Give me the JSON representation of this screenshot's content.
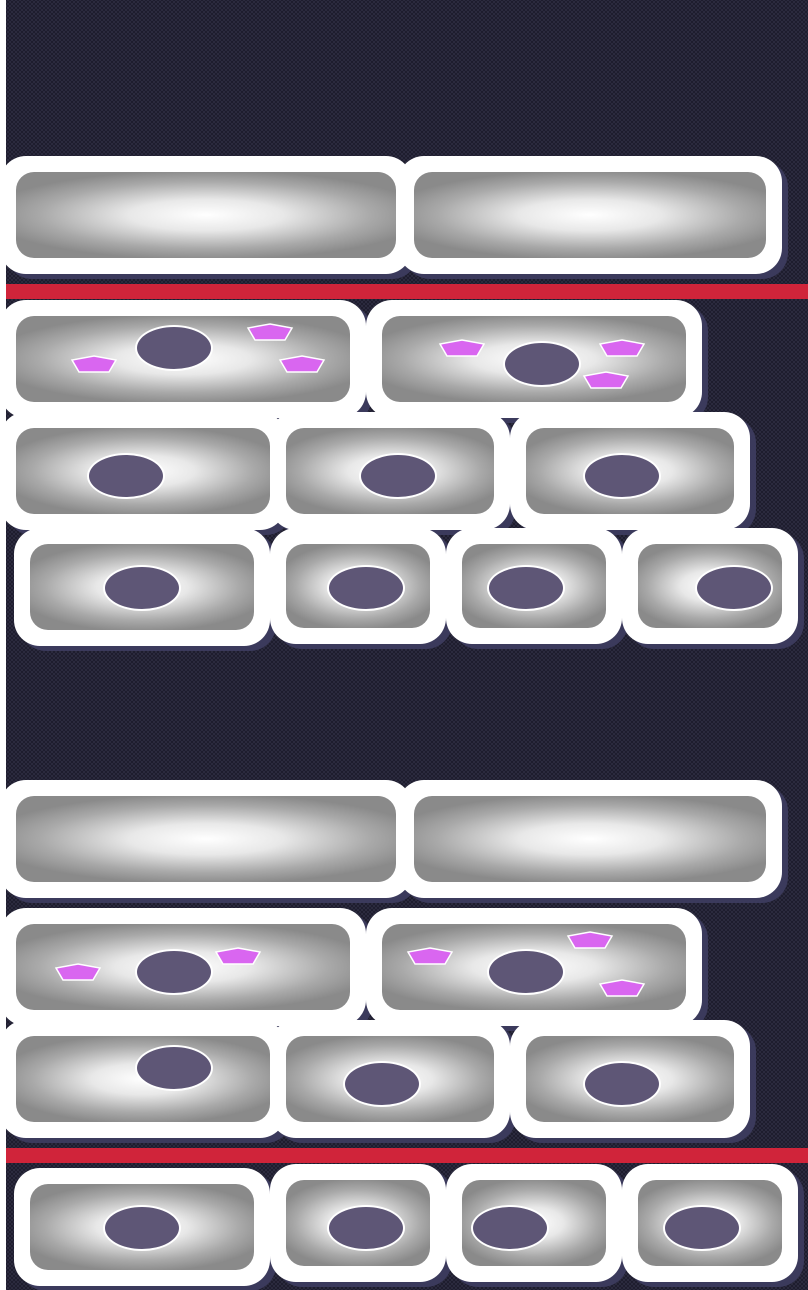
{
  "colors": {
    "background": "#1e1d2e",
    "membrane": "#d0243a",
    "cell_border": "#ffffff",
    "cell_shadow": "#3b3a5c",
    "nucleus": "#5e5676",
    "granule": "#d966f0"
  },
  "panels": [
    {
      "name": "upper",
      "rows": [
        {
          "name": "surface-row",
          "cells": [
            {
              "type": "flat",
              "nucleus": false,
              "granules": 0
            },
            {
              "type": "flat",
              "nucleus": false,
              "granules": 0
            }
          ]
        },
        {
          "name": "granular-row",
          "cells": [
            {
              "type": "granular",
              "nucleus": true,
              "granules": 3
            },
            {
              "type": "granular",
              "nucleus": true,
              "granules": 3
            }
          ]
        },
        {
          "name": "middle-row",
          "cells": [
            {
              "type": "nucleated",
              "nucleus": true,
              "granules": 0
            },
            {
              "type": "nucleated",
              "nucleus": true,
              "granules": 0
            },
            {
              "type": "nucleated",
              "nucleus": true,
              "granules": 0
            }
          ]
        },
        {
          "name": "basal-row",
          "cells": [
            {
              "type": "basal",
              "nucleus": true,
              "granules": 0
            },
            {
              "type": "basal",
              "nucleus": true,
              "granules": 0
            },
            {
              "type": "basal",
              "nucleus": true,
              "granules": 0
            },
            {
              "type": "basal",
              "nucleus": true,
              "granules": 0
            }
          ]
        }
      ]
    },
    {
      "name": "lower",
      "rows": [
        {
          "name": "surface-row",
          "cells": [
            {
              "type": "flat",
              "nucleus": false,
              "granules": 0
            },
            {
              "type": "flat",
              "nucleus": false,
              "granules": 0
            }
          ]
        },
        {
          "name": "granular-row",
          "cells": [
            {
              "type": "granular",
              "nucleus": true,
              "granules": 2
            },
            {
              "type": "granular",
              "nucleus": true,
              "granules": 3
            }
          ]
        },
        {
          "name": "middle-row",
          "cells": [
            {
              "type": "nucleated",
              "nucleus": true,
              "granules": 0
            },
            {
              "type": "nucleated",
              "nucleus": true,
              "granules": 0
            },
            {
              "type": "nucleated",
              "nucleus": true,
              "granules": 0
            }
          ]
        },
        {
          "name": "basal-row",
          "cells": [
            {
              "type": "basal",
              "nucleus": true,
              "granules": 0
            },
            {
              "type": "basal",
              "nucleus": true,
              "granules": 0
            },
            {
              "type": "basal",
              "nucleus": true,
              "granules": 0
            },
            {
              "type": "basal",
              "nucleus": true,
              "granules": 0
            }
          ]
        }
      ]
    }
  ],
  "membranes": 2
}
